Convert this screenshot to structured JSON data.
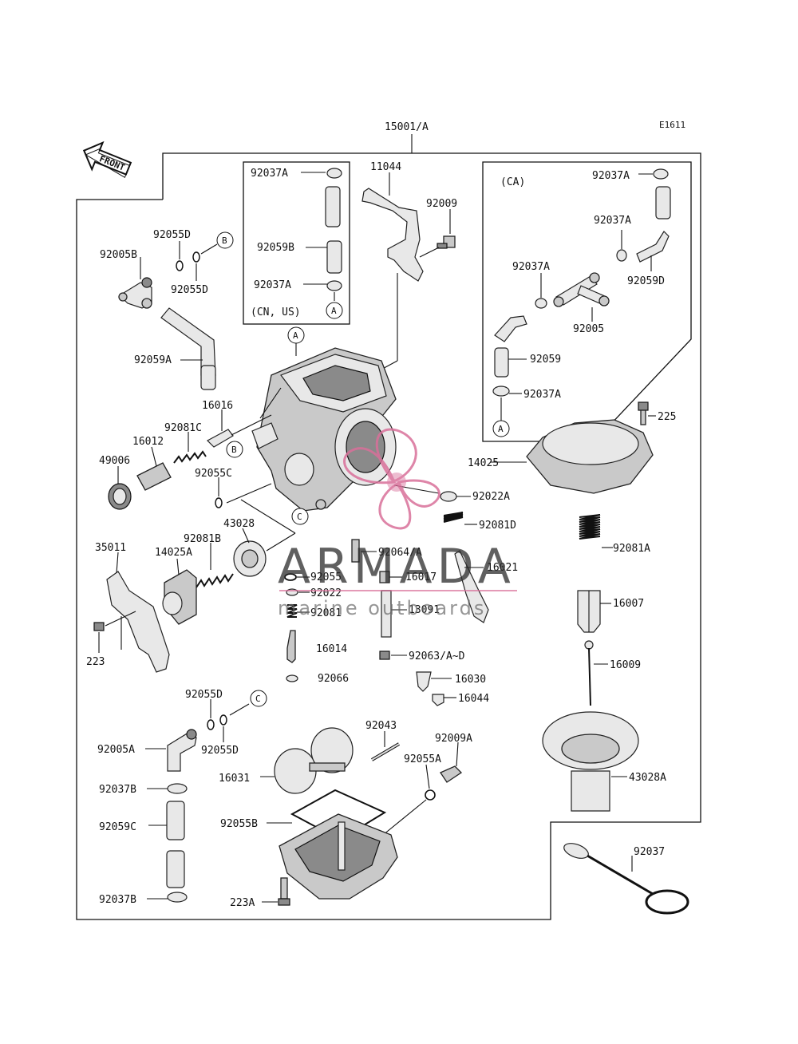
{
  "diagram": {
    "code": "E1611",
    "assembly_label": "15001/A",
    "front_label": "FRONT",
    "inset_left": {
      "region_note": "(CN, US)"
    },
    "inset_right": {
      "region_note": "(CA)"
    },
    "callouts": {
      "A": "A",
      "B": "B",
      "C": "C"
    },
    "parts": {
      "p11044": "11044",
      "p92009": "92009",
      "p92037A_l1": "92037A",
      "p92059B": "92059B",
      "p92037A_l2": "92037A",
      "p92037A_r1": "92037A",
      "p92037A_r2": "92037A",
      "p92037A_r3": "92037A",
      "p92059D": "92059D",
      "p92005": "92005",
      "p92059": "92059",
      "p92037A_r4": "92037A",
      "p92055D_1": "92055D",
      "p92005B": "92005B",
      "p92055D_2": "92055D",
      "p92059A": "92059A",
      "p16016": "16016",
      "p92081C": "92081C",
      "p16012": "16012",
      "p49006": "49006",
      "p92055C": "92055C",
      "p225": "225",
      "p14025": "14025",
      "p92022A": "92022A",
      "p92081D": "92081D",
      "p43028": "43028",
      "p35011": "35011",
      "p92081B": "92081B",
      "p14025A": "14025A",
      "p92064": "92064/A",
      "p92055": "92055",
      "p16017": "16017",
      "p16021": "16021",
      "p92022": "92022",
      "p92081": "92081",
      "p13091": "13091",
      "p92081A": "92081A",
      "p16007": "16007",
      "p223": "223",
      "p16014": "16014",
      "p92063": "92063/A~D",
      "p16009": "16009",
      "p92066": "92066",
      "p16030": "16030",
      "p16044": "16044",
      "p92055D_3": "92055D",
      "p92043": "92043",
      "p92009A": "92009A",
      "p92005A": "92005A",
      "p92055D_4": "92055D",
      "p92055A": "92055A",
      "p16031": "16031",
      "p43028A": "43028A",
      "p92037B_1": "92037B",
      "p92059C": "92059C",
      "p92055B": "92055B",
      "p92037": "92037",
      "p92037B_2": "92037B",
      "p223A": "223A"
    }
  },
  "watermark": {
    "brand": "ARMADA",
    "tagline": "marine outboards",
    "color": "#d9709a"
  }
}
